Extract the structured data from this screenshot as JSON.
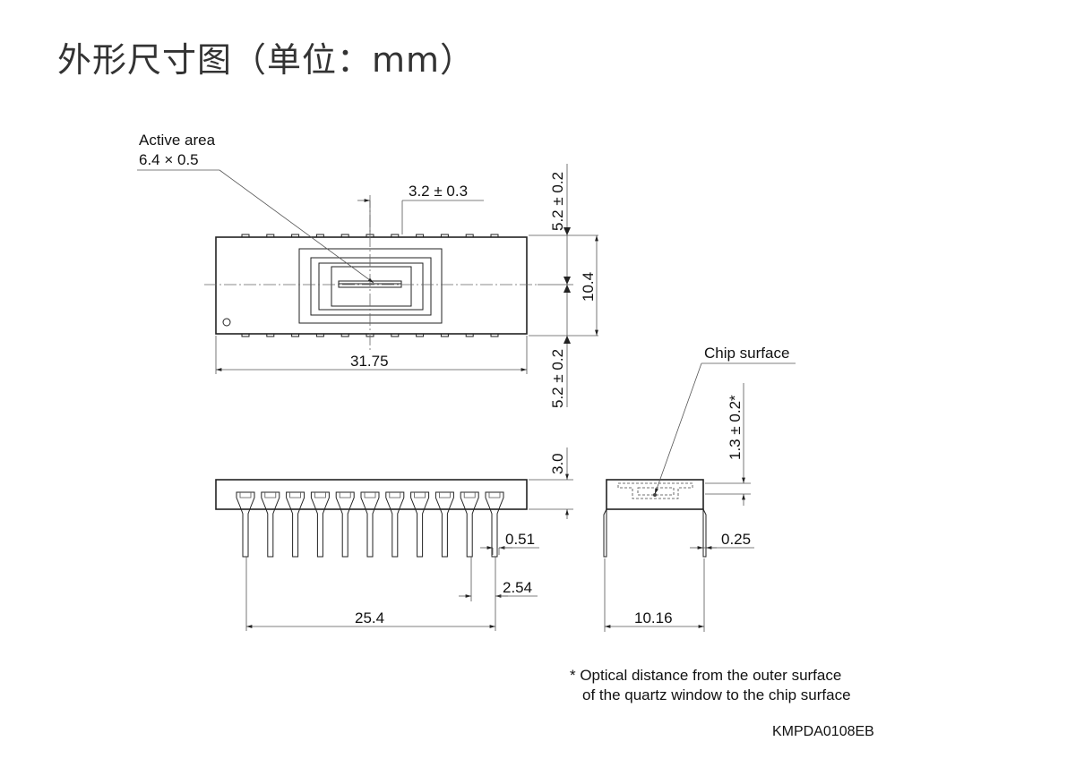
{
  "title": "外形尺寸图（单位：mm）",
  "labels": {
    "active_area": "Active area",
    "active_area_size": "6.4 × 0.5",
    "dim_pitch_window": "3.2 ± 0.3",
    "dim_top_offset": "5.2 ± 0.2",
    "dim_bottom_offset": "5.2 ± 0.2",
    "dim_height": "10.4",
    "dim_length": "31.75",
    "dim_thickness": "3.0",
    "dim_lead_width": "0.51",
    "dim_lead_pitch": "2.54",
    "dim_lead_span": "25.4",
    "chip_surface": "Chip surface",
    "dim_optical": "1.3 ± 0.2*",
    "dim_lead_thickness": "0.25",
    "dim_row_spacing": "10.16",
    "footnote_line1": "* Optical distance from the outer surface",
    "footnote_line2": "of the quartz window to the chip surface",
    "drawing_code": "KMPDA0108EB"
  },
  "package": {
    "pin_count_per_side": 11,
    "unit": "mm"
  }
}
